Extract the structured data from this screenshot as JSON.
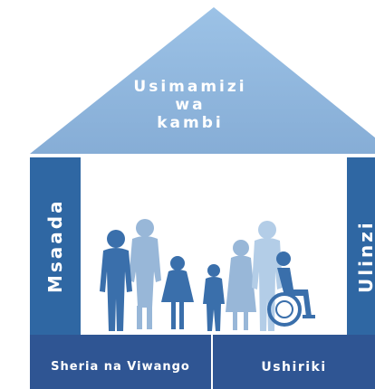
{
  "roof": {
    "line1": "Usimamizi",
    "line2": "wa",
    "line3": "kambi",
    "color": "#8fb6dc"
  },
  "pillars": {
    "left_label": "Msaada",
    "right_label": "Ulinzi",
    "color": "#2f67a3"
  },
  "base": {
    "left_label": "Sheria na Viwango",
    "right_label": "Ushiriki",
    "color": "#2f5593"
  },
  "people": {
    "icon": "family-group-icon",
    "dark_color": "#2f67a3",
    "light_color": "#8fb6dc"
  }
}
